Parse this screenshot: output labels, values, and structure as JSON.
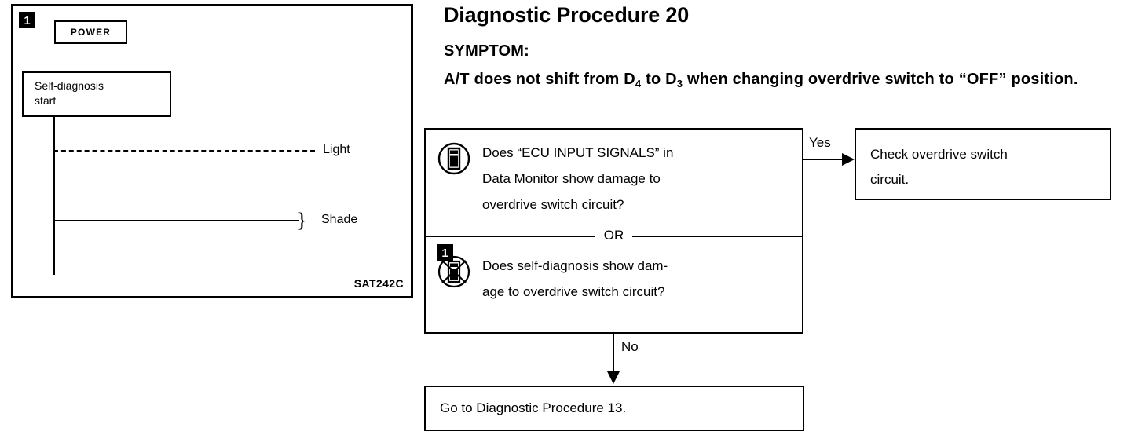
{
  "illustration": {
    "step_badge": "1",
    "power_label": "POWER",
    "self_diagnosis_line1": "Self-diagnosis",
    "self_diagnosis_line2": "start",
    "light_label": "Light",
    "shade_label": "Shade",
    "brace_glyph": "}",
    "figure_code": "SAT242C"
  },
  "header": {
    "title": "Diagnostic Procedure 20",
    "symptom_label": "SYMPTOM:",
    "symptom_text_part1": "A/T does not shift from D",
    "symptom_sub1": "4",
    "symptom_text_part2": " to D",
    "symptom_sub2": "3",
    "symptom_text_part3": " when changing overdrive switch to “OFF” position."
  },
  "flow": {
    "decision": {
      "option_a": {
        "icon": "consult-scan-tool-icon",
        "line1": "Does “ECU INPUT SIGNALS” in",
        "line2": "Data Monitor show damage to",
        "line3": "overdrive switch circuit?"
      },
      "or_word": "OR",
      "option_b": {
        "badge": "1",
        "icon": "no-consult-scan-tool-icon",
        "line1": "Does self-diagnosis show dam-",
        "line2": "age to overdrive switch circuit?"
      }
    },
    "yes_branch": {
      "label": "Yes",
      "result_line1": "Check overdrive switch",
      "result_line2": "circuit."
    },
    "no_branch": {
      "label": "No",
      "result": "Go to Diagnostic Procedure 13."
    }
  },
  "colors": {
    "ink": "#000000",
    "paper": "#ffffff"
  }
}
